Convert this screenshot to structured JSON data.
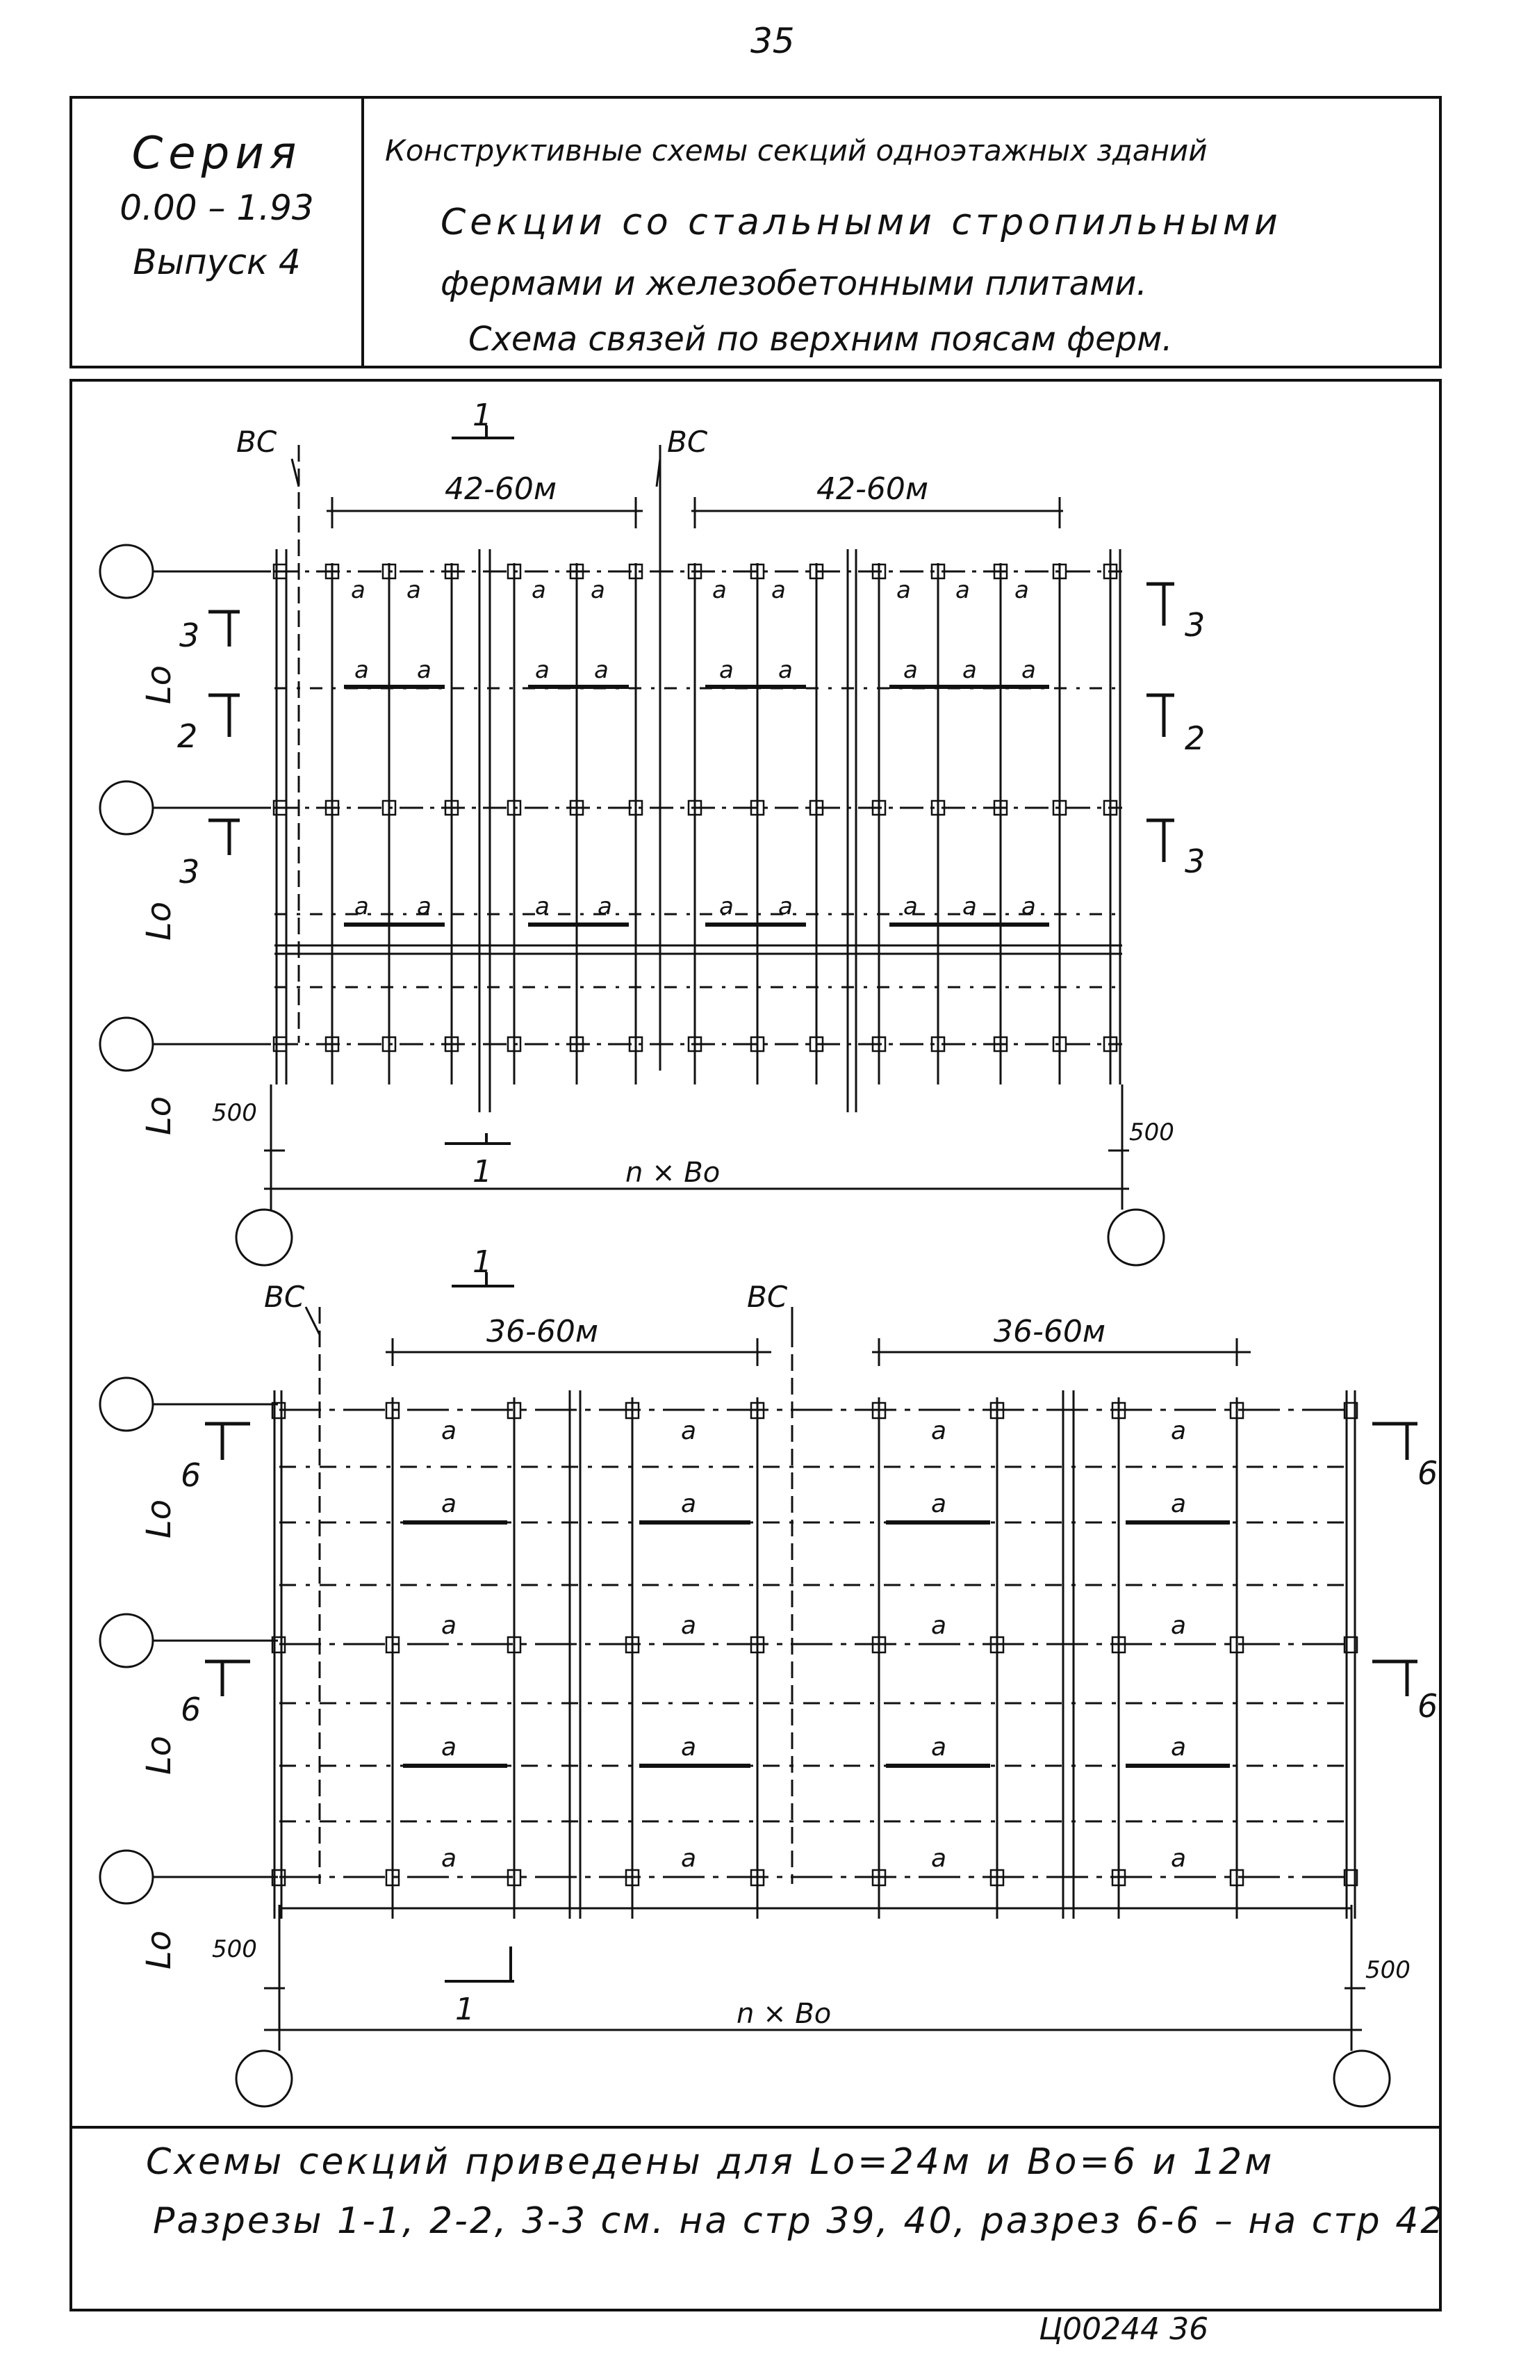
{
  "page_number": "35",
  "title_block": {
    "series_label": "Серия",
    "series_number": "0.00 – 1.93",
    "issue": "Выпуск 4",
    "line1": "Конструктивные схемы секций одноэтажных зданий",
    "line2": "Секции со стальными стропильными",
    "line3": "фермами и железобетонными плитами.",
    "line4": "Схема связей по верхним поясам ферм."
  },
  "plan_top": {
    "bc_label": "ВС",
    "span_label": "42-60м",
    "cut_1": "1",
    "cut_2": "2",
    "cut_3": "3",
    "brace_label": "а",
    "L0": "Lо",
    "edge": "500",
    "n_b0": "n × Bо"
  },
  "plan_bottom": {
    "bc_label": "ВС",
    "span_label": "36-60м",
    "cut_1": "1",
    "cut_6": "6",
    "brace_label": "а",
    "L0": "Lо",
    "edge": "500",
    "n_b0": "n × Bо"
  },
  "notes": {
    "line1": "Схемы секций приведены для Lо=24м и Bо=6 и 12м",
    "line2": "Разрезы 1-1, 2-2, 3-3 см. на стр 39, 40, разрез 6-6 – на стр 42"
  },
  "stamp_code": "Ц00244   36"
}
